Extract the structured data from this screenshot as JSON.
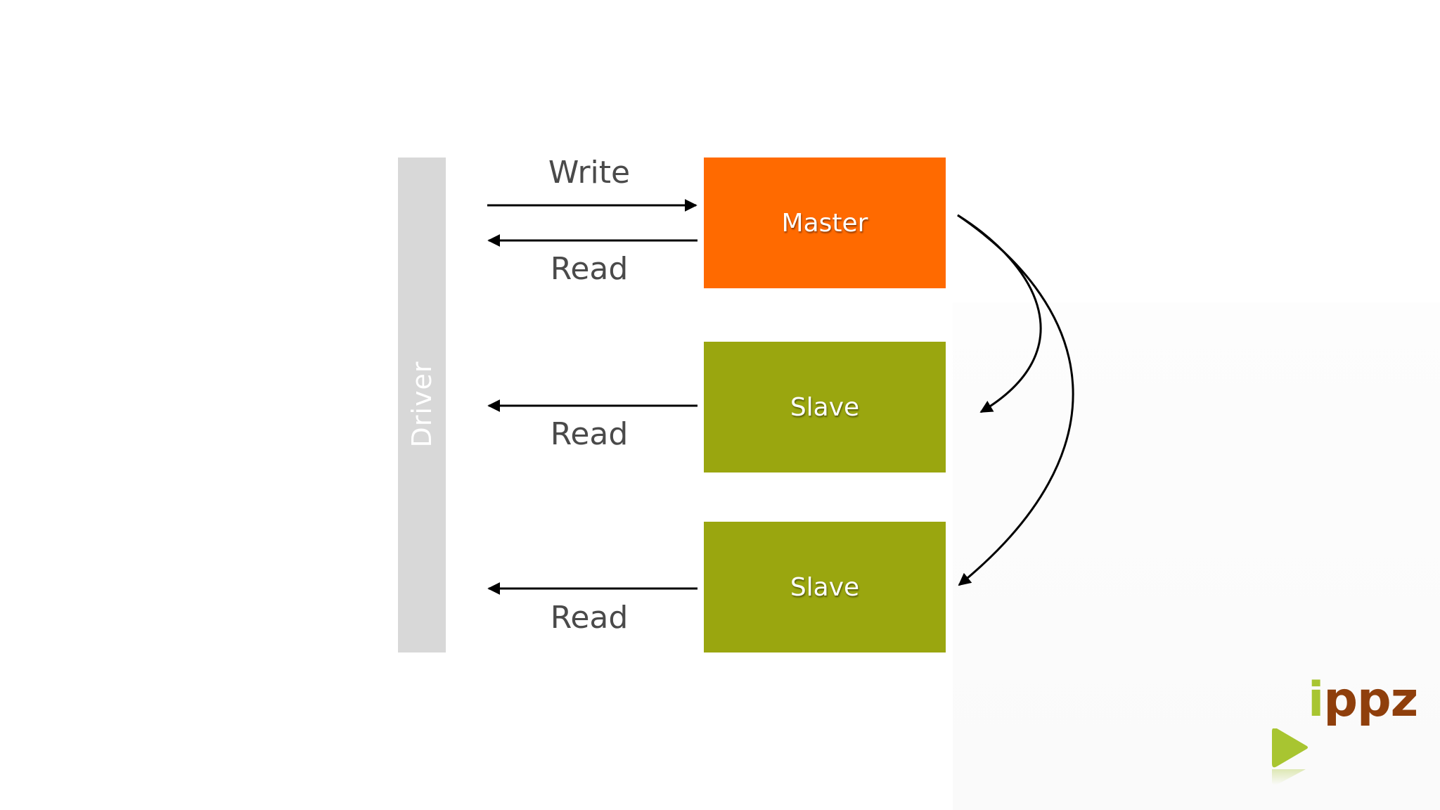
{
  "driver": {
    "label": "Driver"
  },
  "nodes": {
    "master": {
      "label": "Master",
      "color": "#ff6a00"
    },
    "slave_1": {
      "label": "Slave",
      "color": "#9aa60f"
    },
    "slave_2": {
      "label": "Slave",
      "color": "#9aa60f"
    }
  },
  "edges": {
    "write": {
      "label": "Write",
      "from": "Driver",
      "to": "Master"
    },
    "read_master": {
      "label": "Read",
      "from": "Master",
      "to": "Driver"
    },
    "read_slave_1": {
      "label": "Read",
      "from": "Slave",
      "to": "Driver"
    },
    "read_slave_2": {
      "label": "Read",
      "from": "Slave",
      "to": "Driver"
    },
    "replicate_1": {
      "from": "Master",
      "to": "Slave"
    },
    "replicate_2": {
      "from": "Master",
      "to": "Slave"
    }
  },
  "logo": {
    "text_lead": "i",
    "text_rest": "ppz",
    "icon": "play-icon",
    "colors": {
      "green": "#a8c531",
      "brown": "#8f3f0c"
    }
  }
}
